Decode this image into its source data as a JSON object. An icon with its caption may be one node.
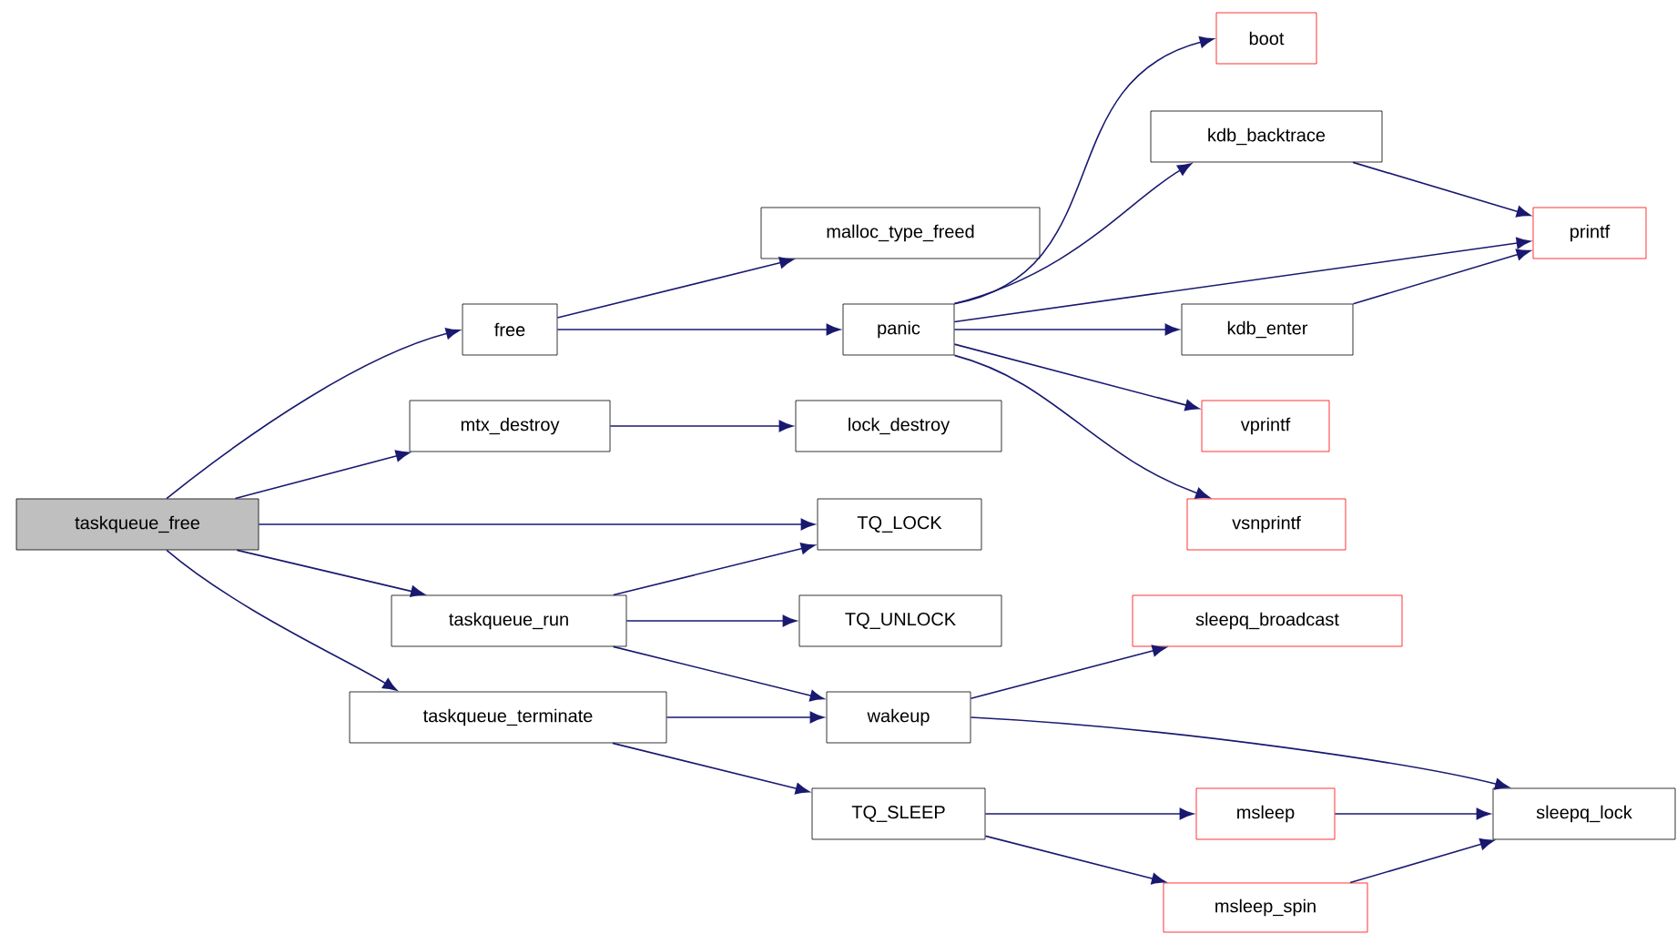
{
  "diagram": {
    "nodes": [
      {
        "text": [
          "taskqueue_free"
        ]
      },
      {
        "text": [
          "free"
        ]
      },
      {
        "text": [
          "mtx_destroy"
        ]
      },
      {
        "text": [
          "taskqueue_run"
        ]
      },
      {
        "text": [
          "taskqueue_terminate"
        ]
      },
      {
        "text": [
          "malloc_type_freed"
        ]
      },
      {
        "text": [
          "panic"
        ]
      },
      {
        "text": [
          "lock_destroy"
        ]
      },
      {
        "text": [
          "TQ_LOCK"
        ]
      },
      {
        "text": [
          "TQ_UNLOCK"
        ]
      },
      {
        "text": [
          "wakeup"
        ]
      },
      {
        "text": [
          "TQ_SLEEP"
        ]
      },
      {
        "text": [
          "boot"
        ]
      },
      {
        "text": [
          "kdb_backtrace"
        ]
      },
      {
        "text": [
          "kdb_enter"
        ]
      },
      {
        "text": [
          "vprintf"
        ]
      },
      {
        "text": [
          "vsnprintf"
        ]
      },
      {
        "text": [
          "sleepq_broadcast"
        ]
      },
      {
        "text": [
          "msleep"
        ]
      },
      {
        "text": [
          "msleep_spin"
        ]
      },
      {
        "text": [
          "printf"
        ]
      },
      {
        "text": [
          "sleepq_lock"
        ]
      }
    ],
    "edges": [
      {
        "from": 0,
        "to": 1,
        "arrow": "to"
      },
      {
        "from": 0,
        "to": 2,
        "arrow": "to"
      },
      {
        "from": 0,
        "to": 8,
        "arrow": "to"
      },
      {
        "from": 0,
        "to": 3,
        "arrow": "to"
      },
      {
        "from": 0,
        "to": 4,
        "arrow": "to"
      },
      {
        "from": 1,
        "to": 5,
        "arrow": "to"
      },
      {
        "from": 1,
        "to": 6,
        "arrow": "to"
      },
      {
        "from": 2,
        "to": 7,
        "arrow": "to"
      },
      {
        "from": 3,
        "to": 8,
        "arrow": "to"
      },
      {
        "from": 3,
        "to": 9,
        "arrow": "to"
      },
      {
        "from": 3,
        "to": 10,
        "arrow": "to"
      },
      {
        "from": 4,
        "to": 10,
        "arrow": "to"
      },
      {
        "from": 4,
        "to": 11,
        "arrow": "to"
      },
      {
        "from": 6,
        "to": 12,
        "arrow": "to"
      },
      {
        "from": 6,
        "to": 13,
        "arrow": "to"
      },
      {
        "from": 6,
        "to": 20,
        "arrow": "to"
      },
      {
        "from": 6,
        "to": 14,
        "arrow": "to"
      },
      {
        "from": 6,
        "to": 15,
        "arrow": "to"
      },
      {
        "from": 6,
        "to": 16,
        "arrow": "to"
      },
      {
        "from": 13,
        "to": 20,
        "arrow": "to"
      },
      {
        "from": 14,
        "to": 20,
        "arrow": "to"
      },
      {
        "from": 10,
        "to": 17,
        "arrow": "to"
      },
      {
        "from": 10,
        "to": 21,
        "arrow": "to"
      },
      {
        "from": 11,
        "to": 18,
        "arrow": "to"
      },
      {
        "from": 11,
        "to": 19,
        "arrow": "to"
      },
      {
        "from": 18,
        "to": 21,
        "arrow": "to"
      },
      {
        "from": 19,
        "to": 21,
        "arrow": "to"
      }
    ]
  }
}
